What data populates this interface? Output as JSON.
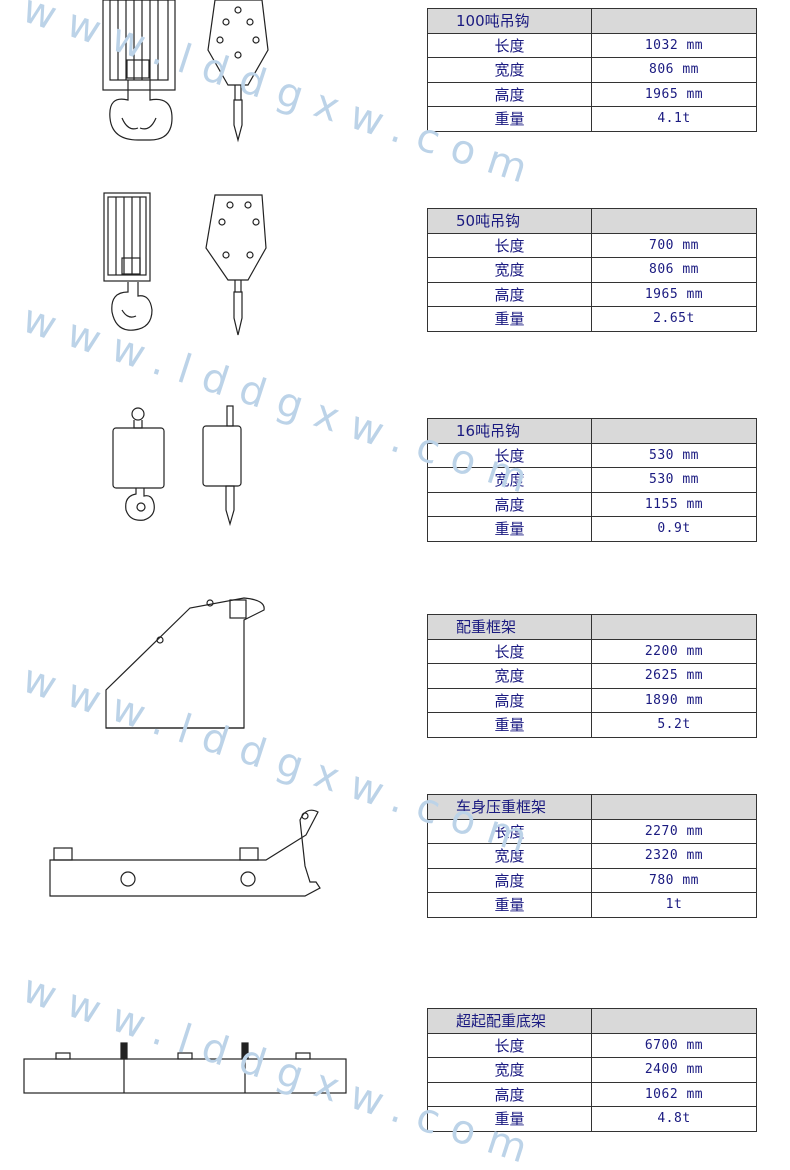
{
  "specs": [
    {
      "name": "100吨吊钩",
      "rows": [
        {
          "label": "长度",
          "value": "1032 mm"
        },
        {
          "label": "宽度",
          "value": "806  mm"
        },
        {
          "label": "高度",
          "value": "1965 mm"
        },
        {
          "label": "重量",
          "value": "4.1t"
        }
      ]
    },
    {
      "name": "50吨吊钩",
      "rows": [
        {
          "label": "长度",
          "value": "700  mm"
        },
        {
          "label": "宽度",
          "value": "806  mm"
        },
        {
          "label": "高度",
          "value": "1965 mm"
        },
        {
          "label": "重量",
          "value": "2.65t"
        }
      ]
    },
    {
      "name": "16吨吊钩",
      "rows": [
        {
          "label": "长度",
          "value": "530  mm"
        },
        {
          "label": "宽度",
          "value": "530  mm"
        },
        {
          "label": "高度",
          "value": "1155 mm"
        },
        {
          "label": "重量",
          "value": "0.9t"
        }
      ]
    },
    {
      "name": "配重框架",
      "rows": [
        {
          "label": "长度",
          "value": "2200 mm"
        },
        {
          "label": "宽度",
          "value": "2625 mm"
        },
        {
          "label": "高度",
          "value": "1890 mm"
        },
        {
          "label": "重量",
          "value": "5.2t"
        }
      ]
    },
    {
      "name": "车身压重框架",
      "rows": [
        {
          "label": "长度",
          "value": "2270 mm"
        },
        {
          "label": "宽度",
          "value": "2320 mm"
        },
        {
          "label": "高度",
          "value": "780 mm"
        },
        {
          "label": "重量",
          "value": "1t"
        }
      ]
    },
    {
      "name": "超起配重底架",
      "rows": [
        {
          "label": "长度",
          "value": "6700 mm"
        },
        {
          "label": "宽度",
          "value": "2400 mm"
        },
        {
          "label": "高度",
          "value": "1062 mm"
        },
        {
          "label": "重量",
          "value": "4.8t"
        }
      ]
    }
  ],
  "watermark": "www.lddgxw.com",
  "colors": {
    "text": "#1a1a80",
    "header_bg": "#d9d9d9",
    "watermark": "#bcd3e8"
  }
}
